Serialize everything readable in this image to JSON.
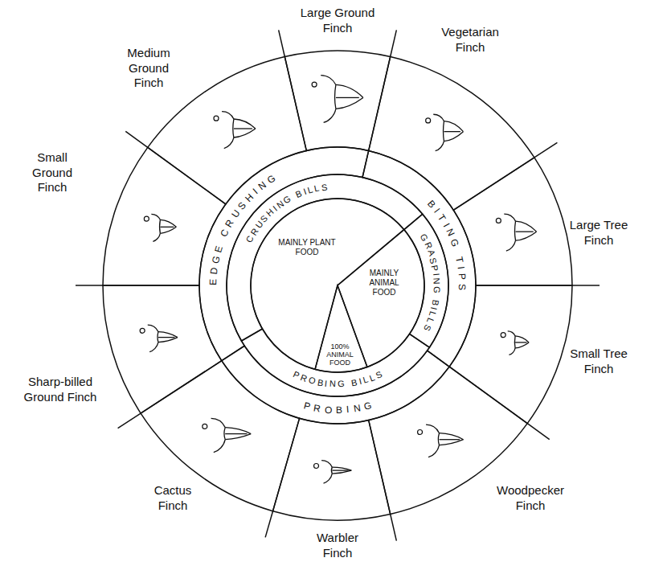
{
  "diagram": {
    "nodes": [
      {
        "text": [
          "Large Ground Finch"
        ]
      },
      {
        "text": [
          "Vegetarian Finch"
        ]
      },
      {
        "text": [
          "Large Tree Finch"
        ]
      },
      {
        "text": [
          "Small Tree Finch"
        ]
      },
      {
        "text": [
          "Woodpecker Finch"
        ]
      },
      {
        "text": [
          "Warbler Finch"
        ]
      },
      {
        "text": [
          "Cactus Finch"
        ]
      },
      {
        "text": [
          "Sharp-billed Ground Finch"
        ]
      },
      {
        "text": [
          "Small Ground Finch"
        ]
      },
      {
        "text": [
          "Medium Ground Finch"
        ]
      },
      {
        "text": [
          "EDGE CRUSHING"
        ]
      },
      {
        "text": [
          "BITING TIPS"
        ]
      },
      {
        "text": [
          "PROBING"
        ]
      },
      {
        "text": [
          "CRUSHING BILLS"
        ]
      },
      {
        "text": [
          "GRASPING BILLS"
        ]
      },
      {
        "text": [
          "PROBING BILLS"
        ]
      },
      {
        "text": [
          "MAINLY PLANT FOOD"
        ]
      },
      {
        "text": [
          "MAINLY ANIMAL FOOD"
        ]
      },
      {
        "text": [
          "100% ANIMAL FOOD"
        ]
      }
    ]
  }
}
